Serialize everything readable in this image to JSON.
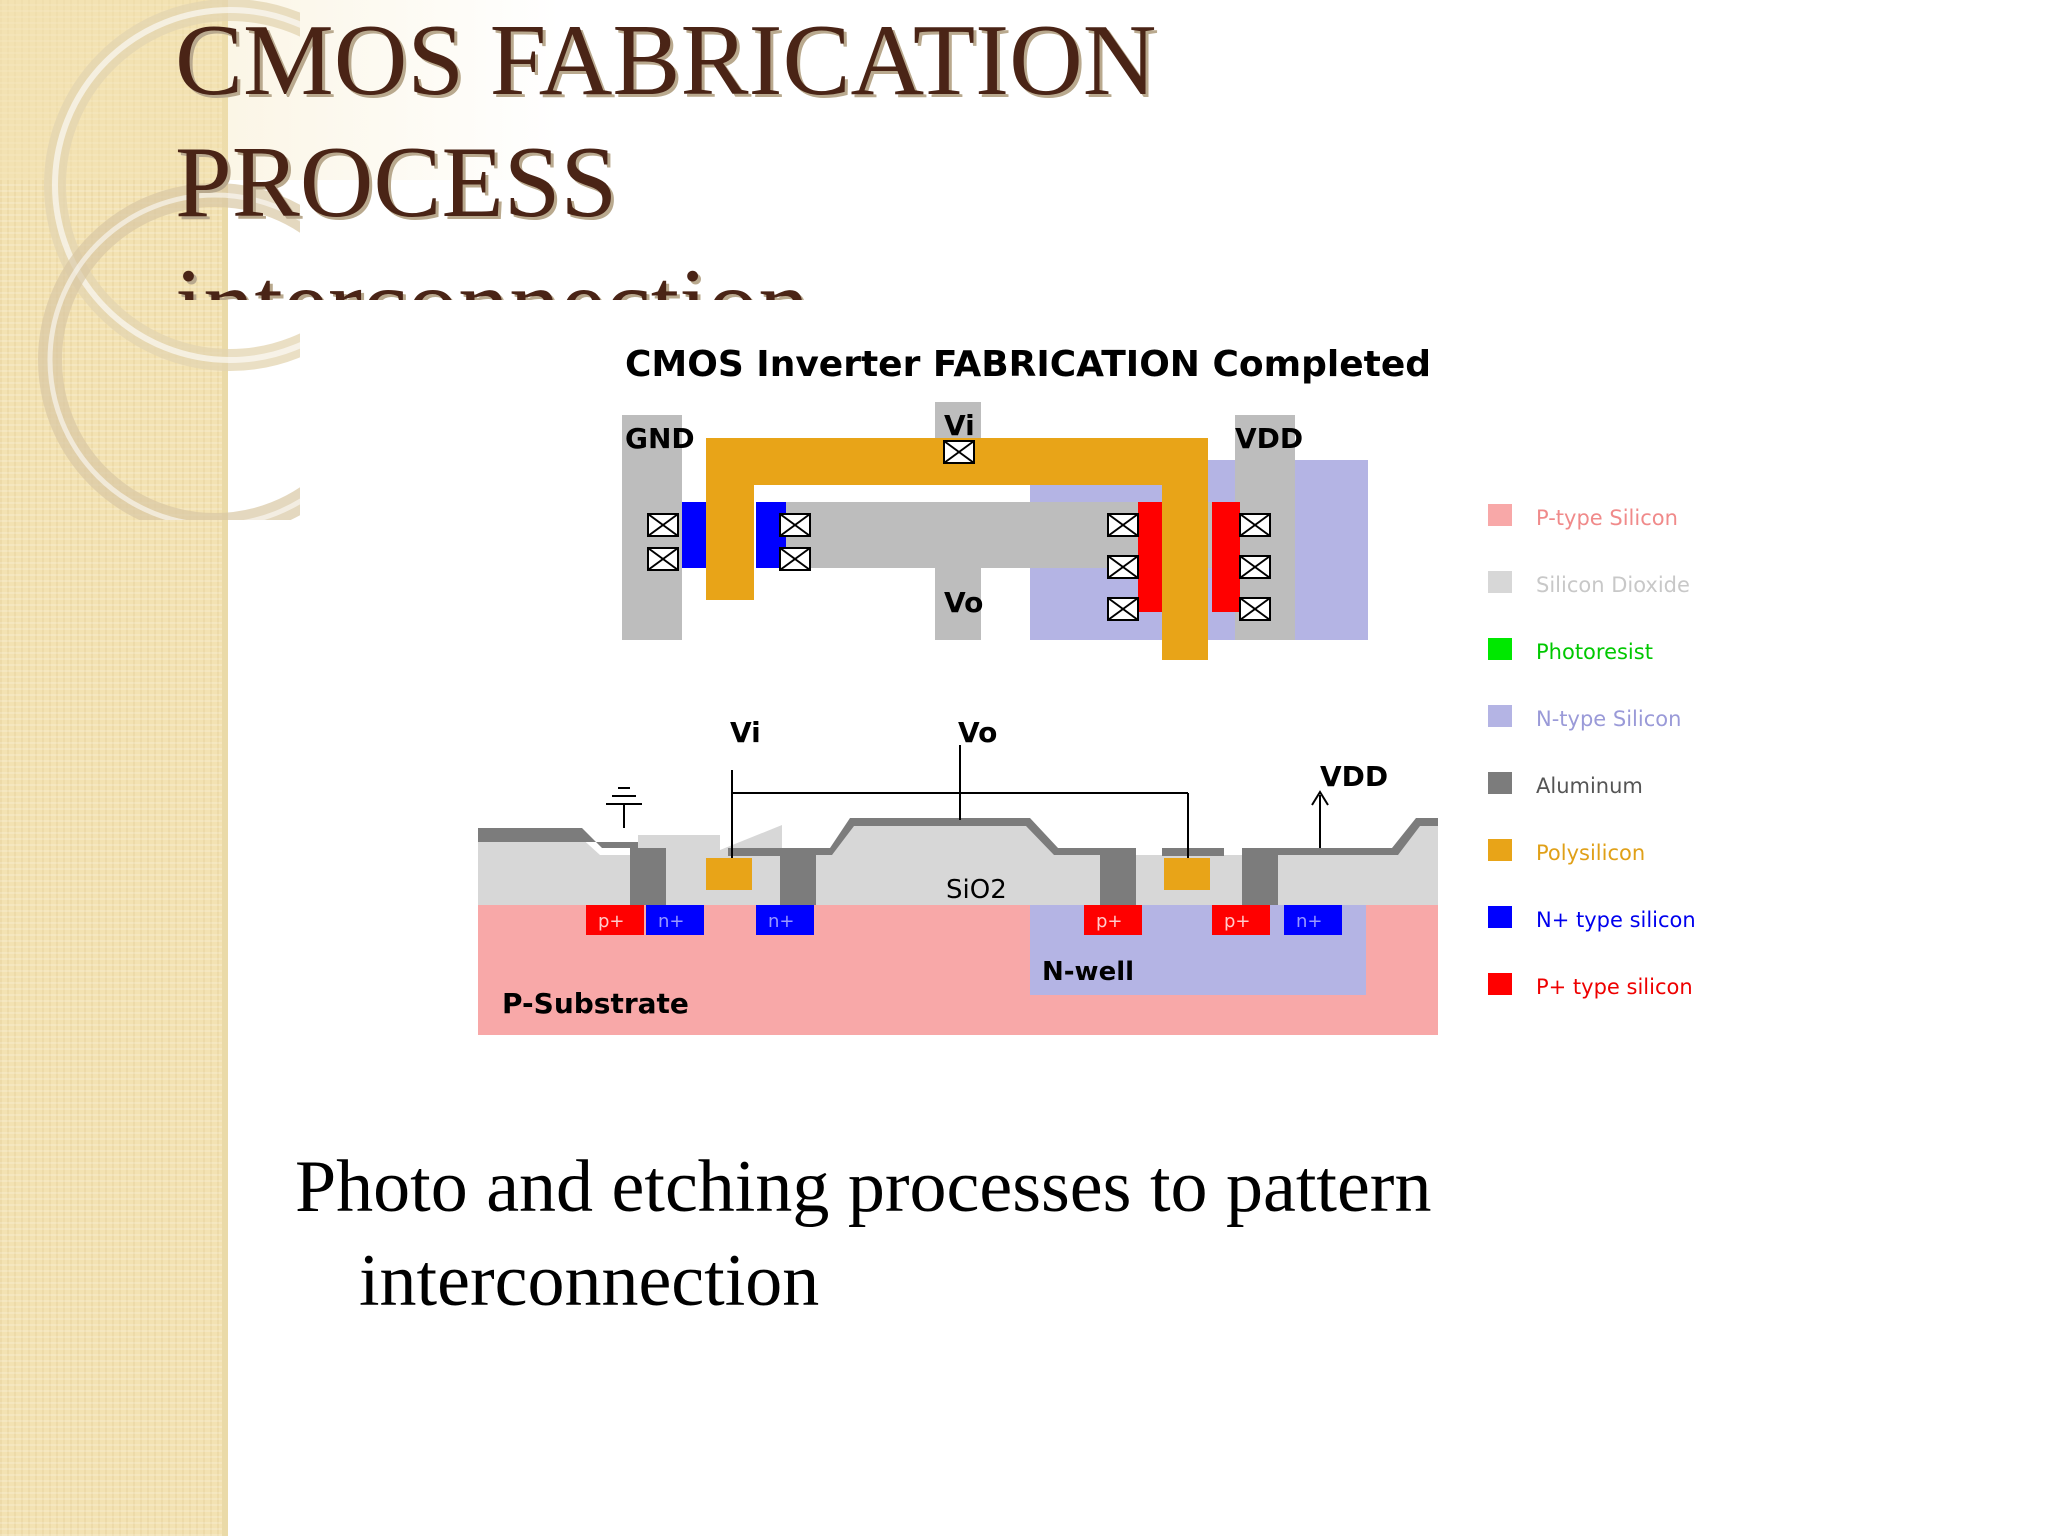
{
  "slide": {
    "title_lines": [
      "CMOS FABRICATION",
      "PROCESS",
      "interconnection"
    ],
    "caption_lines": [
      "Photo and etching processes to pattern",
      "interconnection"
    ]
  },
  "diagram": {
    "title": "CMOS Inverter FABRICATION Completed",
    "top_view_labels": {
      "gnd": "GND",
      "vi": "Vi",
      "vdd": "VDD",
      "vo": "Vo"
    },
    "cross_section_labels": {
      "vi": "Vi",
      "vo": "Vo",
      "vdd": "VDD",
      "sio2": "SiO2",
      "nwell": "N-well",
      "psub": "P-Substrate",
      "pplus": "p+",
      "nplus": "n+"
    },
    "legend": [
      {
        "label": "P-type Silicon",
        "color": "#f8a8a8"
      },
      {
        "label": "Silicon Dioxide",
        "color": "#d7d7d7"
      },
      {
        "label": "Photoresist",
        "color": "#00e800"
      },
      {
        "label": "N-type Silicon",
        "color": "#b4b4e4"
      },
      {
        "label": "Aluminum",
        "color": "#7c7c7c"
      },
      {
        "label": "Polysilicon",
        "color": "#e8a418"
      },
      {
        "label": "N+ type silicon",
        "color": "#0000ff"
      },
      {
        "label": "P+ type silicon",
        "color": "#ff0000"
      }
    ]
  },
  "colors": {
    "title": "#4a2416",
    "strip": "#f3e2b2",
    "oxide": "#bdbdbd",
    "aluminum": "#7c7c7c"
  }
}
